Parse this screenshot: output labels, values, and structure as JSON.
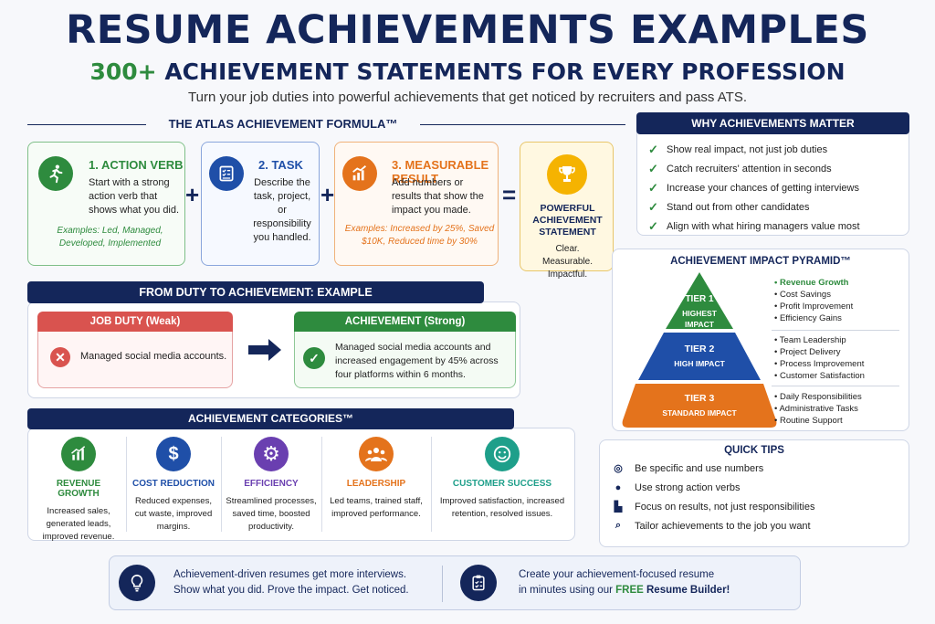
{
  "header": {
    "title": "RESUME ACHIEVEMENTS EXAMPLES",
    "subtitle_accent": "300+",
    "subtitle_rest": "ACHIEVEMENT STATEMENTS FOR EVERY PROFESSION",
    "tagline": "Turn your job duties into powerful achievements that get noticed by recruiters and pass ATS."
  },
  "formula": {
    "title": "THE ATLAS ACHIEVEMENT FORMULA™",
    "steps": [
      {
        "title": "1. ACTION VERB",
        "text": "Start with a strong action verb that shows what you did.",
        "example": "Examples: Led, Managed, Developed, Implemented",
        "icon": "running-person-icon",
        "color": "#2e8b3e"
      },
      {
        "title": "2. TASK",
        "text": "Describe the task, project, or responsibility you handled.",
        "icon": "checklist-icon",
        "color": "#1f4fa8"
      },
      {
        "title": "3. MEASURABLE RESULT",
        "text": "Add numbers or results that show the impact you made.",
        "example": "Examples: Increased by 25%, Saved $10K, Reduced time by 30%",
        "icon": "growth-chart-icon",
        "color": "#e4731c"
      }
    ],
    "plus": "+",
    "equals": "=",
    "result": {
      "title": "POWERFUL ACHIEVEMENT STATEMENT",
      "text": "Clear. Measurable. Impactful.",
      "icon": "trophy-icon"
    }
  },
  "why": {
    "title": "WHY ACHIEVEMENTS MATTER",
    "items": [
      "Show real impact, not just job duties",
      "Catch recruiters' attention in seconds",
      "Increase your chances of getting interviews",
      "Stand out from other candidates",
      "Align with what hiring managers value most"
    ]
  },
  "duty": {
    "title": "FROM DUTY TO ACHIEVEMENT: EXAMPLE",
    "weak_label": "JOB DUTY (Weak)",
    "weak_text": "Managed social media accounts.",
    "strong_label": "ACHIEVEMENT (Strong)",
    "strong_text": "Managed social media accounts and increased engagement by 45% across four platforms within 6 months."
  },
  "pyramid": {
    "title": "ACHIEVEMENT IMPACT PYRAMID™",
    "tiers": [
      {
        "name": "TIER 1",
        "sub": "HIGHEST IMPACT",
        "color": "#2e8b3e",
        "items": [
          "Revenue Growth",
          "Cost Savings",
          "Profit Improvement",
          "Efficiency Gains"
        ]
      },
      {
        "name": "TIER 2",
        "sub": "HIGH IMPACT",
        "color": "#1f4fa8",
        "items": [
          "Team Leadership",
          "Project Delivery",
          "Process Improvement",
          "Customer Satisfaction"
        ]
      },
      {
        "name": "TIER 3",
        "sub": "STANDARD IMPACT",
        "color": "#e4731c",
        "items": [
          "Daily Responsibilities",
          "Administrative Tasks",
          "Routine Support"
        ]
      }
    ]
  },
  "categories": {
    "title": "ACHIEVEMENT CATEGORIES™",
    "items": [
      {
        "title": "REVENUE GROWTH",
        "text": "Increased sales, generated leads, improved revenue.",
        "color": "#2e8b3e",
        "icon": "bar-chart-icon"
      },
      {
        "title": "COST REDUCTION",
        "text": "Reduced expenses, cut waste, improved margins.",
        "color": "#1f4fa8",
        "icon": "dollar-icon"
      },
      {
        "title": "EFFICIENCY",
        "text": "Streamlined processes, saved time, boosted productivity.",
        "color": "#6a3fb0",
        "icon": "gear-icon"
      },
      {
        "title": "LEADERSHIP",
        "text": "Led teams, trained staff, improved performance.",
        "color": "#e4731c",
        "icon": "team-icon"
      },
      {
        "title": "CUSTOMER SUCCESS",
        "text": "Improved satisfaction, increased retention, resolved issues.",
        "color": "#1e9f8a",
        "icon": "smile-icon"
      }
    ]
  },
  "tips": {
    "title": "QUICK TIPS",
    "items": [
      {
        "text": "Be specific and use numbers",
        "icon": "target-icon"
      },
      {
        "text": "Use strong action verbs",
        "icon": "person-icon"
      },
      {
        "text": "Focus on results, not just responsibilities",
        "icon": "chart-icon"
      },
      {
        "text": "Tailor achievements to the job you want",
        "icon": "magnifier-icon"
      }
    ]
  },
  "footer": {
    "left_line1": "Achievement-driven resumes get more interviews.",
    "left_line2": "Show what you did. Prove the impact. Get noticed.",
    "right_line1": "Create your achievement-focused resume",
    "right_line2_pre": "in minutes using our",
    "right_line2_free": "FREE",
    "right_line2_post": "Resume Builder!"
  }
}
